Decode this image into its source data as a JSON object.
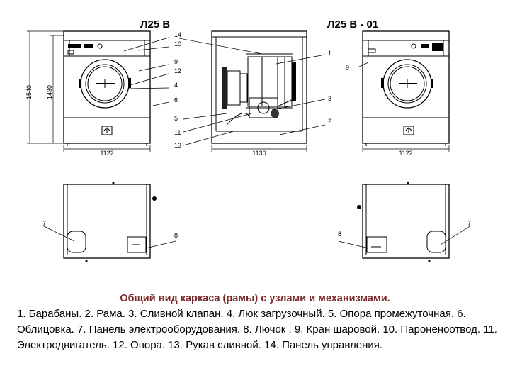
{
  "titles": {
    "left": "Л25 В",
    "right": "Л25 В - 01"
  },
  "dimensions": {
    "overall_height": "1540",
    "body_height": "1480",
    "width_front_left": "1122",
    "width_side": "1130",
    "width_front_right": "1122"
  },
  "callouts": [
    "14",
    "10",
    "9",
    "12",
    "4",
    "6",
    "5",
    "11",
    "13",
    "1",
    "3",
    "2",
    "9",
    "7",
    "8",
    "8",
    "7"
  ],
  "caption": {
    "heading": "Общий вид каркаса (рамы) с узлами и механизмами.",
    "body": "1. Барабаны. 2. Рама. 3. Сливной клапан. 4. Люк загрузочный. 5. Опора промежуточная. 6. Облицовка. 7. Панель электрооборудования. 8. Лючок . 9. Кран шаровой. 10. Пароненоотвод. 11. Электродвигатель. 12. Опора. 13. Рукав сливной. 14. Панель управления."
  }
}
